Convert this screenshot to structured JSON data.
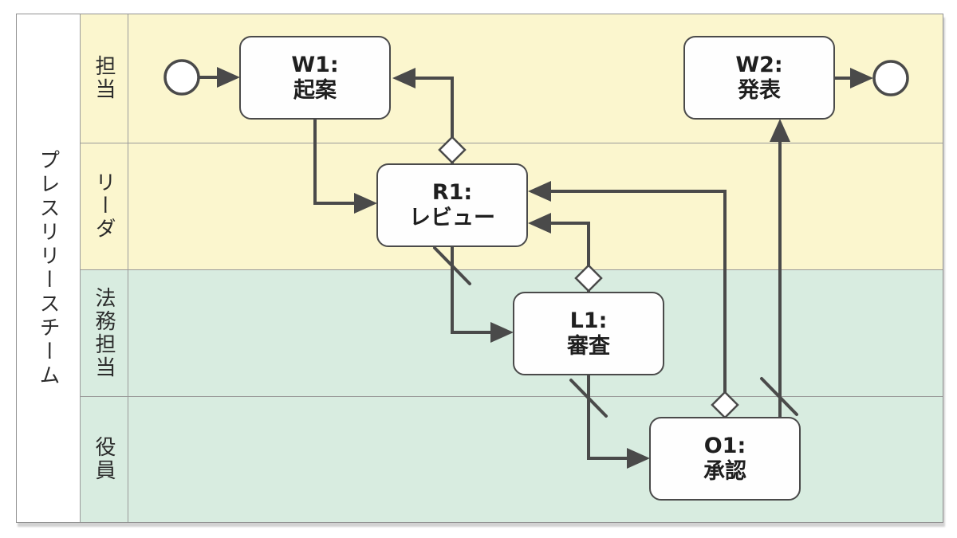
{
  "pool": {
    "title": "プレスリリースチーム"
  },
  "lanes": [
    {
      "label": "担当",
      "band_color": "#FBF6CE"
    },
    {
      "label": "リーダ",
      "band_color": "#FBF6CE"
    },
    {
      "label": "法務担当",
      "band_color": "#D8ECE0"
    },
    {
      "label": "役員",
      "band_color": "#D8ECE0"
    }
  ],
  "nodes": [
    {
      "id": "W1",
      "title": "W1:",
      "subtitle": "起案",
      "lane": "担当"
    },
    {
      "id": "R1",
      "title": "R1:",
      "subtitle": "レビュー",
      "lane": "リーダ"
    },
    {
      "id": "L1",
      "title": "L1:",
      "subtitle": "審査",
      "lane": "法務担当"
    },
    {
      "id": "O1",
      "title": "O1:",
      "subtitle": "承認",
      "lane": "役員"
    },
    {
      "id": "W2",
      "title": "W2:",
      "subtitle": "発表",
      "lane": "担当"
    }
  ],
  "events": [
    {
      "type": "start",
      "lane": "担当"
    },
    {
      "type": "end",
      "lane": "担当"
    }
  ],
  "edges": [
    {
      "from": "start",
      "to": "W1",
      "marker": "none"
    },
    {
      "from": "W1",
      "to": "R1",
      "marker": "none"
    },
    {
      "from": "R1",
      "to": "W1",
      "marker": "conditional-diamond"
    },
    {
      "from": "R1",
      "to": "L1",
      "marker": "default-slash"
    },
    {
      "from": "L1",
      "to": "R1",
      "marker": "conditional-diamond"
    },
    {
      "from": "L1",
      "to": "O1",
      "marker": "default-slash"
    },
    {
      "from": "O1",
      "to": "R1",
      "marker": "conditional-diamond"
    },
    {
      "from": "O1",
      "to": "W2",
      "marker": "default-slash"
    },
    {
      "from": "W2",
      "to": "end",
      "marker": "none"
    }
  ],
  "colors": {
    "lane_yellow": "#FBF6CE",
    "lane_green": "#D8ECE0",
    "edge": "#4A4A4A",
    "node_fill": "#FEFEFE",
    "node_border": "#4A4A4A",
    "grid_line": "#9A9A9A",
    "text": "#1F1F1F"
  }
}
